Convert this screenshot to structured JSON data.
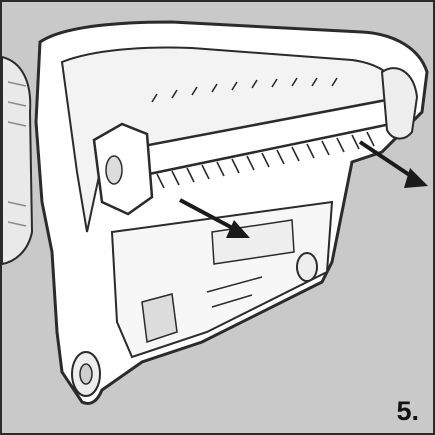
{
  "figure": {
    "step_label": "5.",
    "colors": {
      "background": "#c9c9c9",
      "outline": "#2b2b2b",
      "body_fill": "#ffffff",
      "shadow_fill": "#d6d6d6",
      "arrow": "#1a1a1a"
    },
    "icons": [
      "brush-roll",
      "removal-arrow",
      "wheel"
    ]
  }
}
